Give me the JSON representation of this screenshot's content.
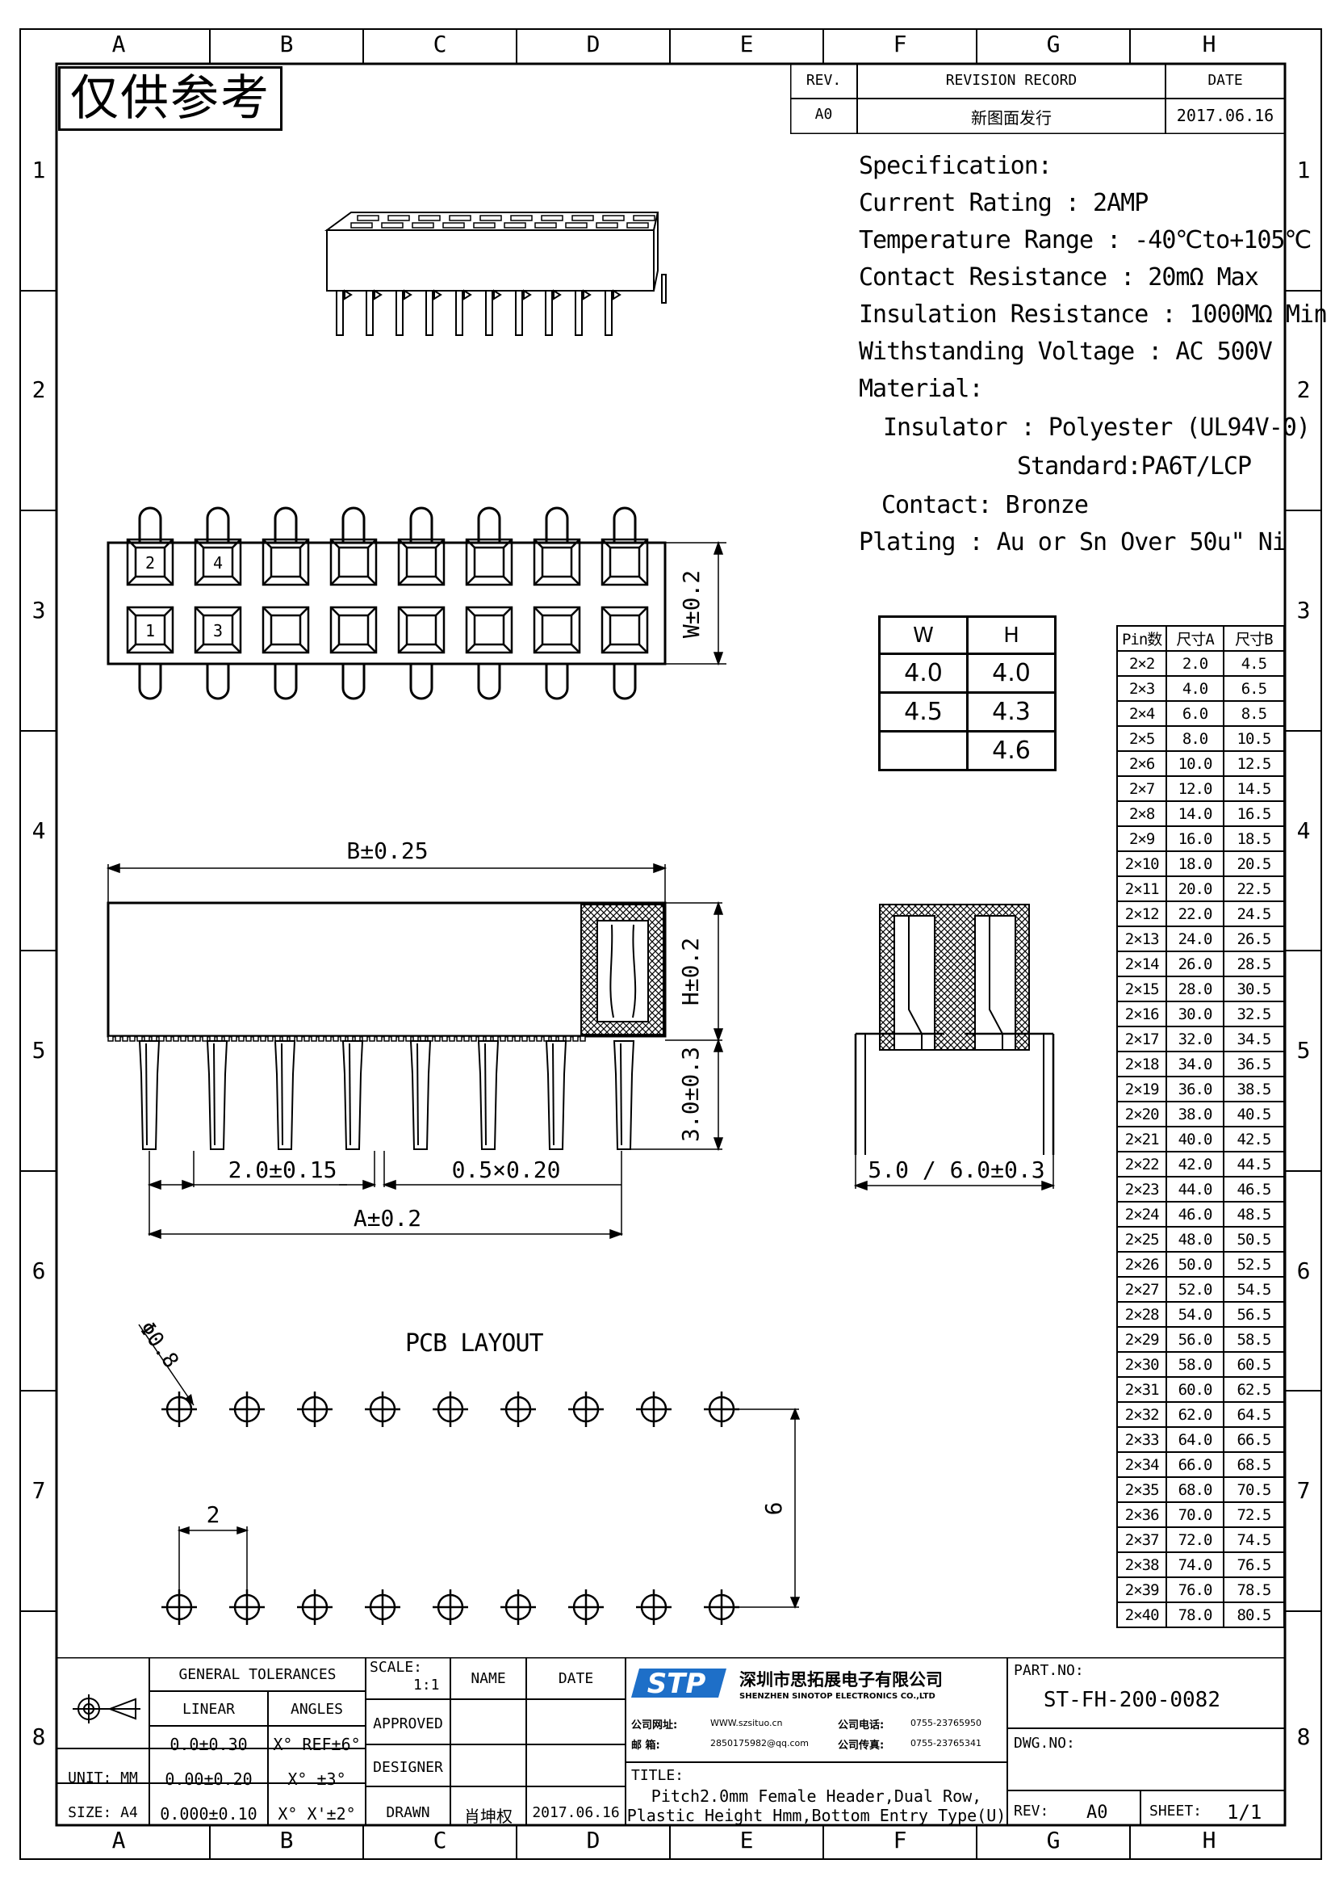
{
  "frame": {
    "columns": [
      "A",
      "B",
      "C",
      "D",
      "E",
      "F",
      "G",
      "H"
    ],
    "rows": [
      "1",
      "2",
      "3",
      "4",
      "5",
      "6",
      "7",
      "8"
    ]
  },
  "stamp": "仅供参考",
  "revision": {
    "headers": [
      "REV.",
      "REVISION RECORD",
      "DATE"
    ],
    "rows": [
      [
        "A0",
        "新图面发行",
        "2017.06.16"
      ]
    ]
  },
  "spec": {
    "title": "Specification:",
    "current": "Current Rating : 2AMP",
    "temperature": "Temperature Range : -40℃to+105℃",
    "contact_resistance": "Contact Resistance : 20mΩ Max",
    "insulation": "Insulation Resistance : 1000MΩ Min",
    "voltage": "Withstanding Voltage : AC 500V",
    "material": "Material:",
    "insulator": "Insulator : Polyester (UL94V-0)",
    "standard": "Standard:PA6T/LCP",
    "contact": "Contact: Bronze",
    "plating": "Plating : Au or Sn Over 50u\" Ni"
  },
  "top_view": {
    "pin_labels": [
      "2",
      "4",
      "1",
      "3"
    ],
    "w_dim": "W±0.2"
  },
  "side_view": {
    "b_dim": "B±0.25",
    "h_dim": "H±0.2",
    "tail_dim": "3.0±0.3",
    "pitch_dim": "2.0±0.15",
    "pin_dim": "0.5×0.20",
    "a_dim": "A±0.2"
  },
  "end_view": {
    "span_dim": "5.0 / 6.0±0.3"
  },
  "wh_table": {
    "headers": [
      "W",
      "H"
    ],
    "rows": [
      [
        "4.0",
        "4.0"
      ],
      [
        "4.5",
        "4.3"
      ],
      [
        "",
        "4.6"
      ]
    ]
  },
  "pin_table": {
    "headers": [
      "Pin数",
      "尺寸A",
      "尺寸B"
    ],
    "rows": [
      [
        "2×2",
        "2.0",
        "4.5"
      ],
      [
        "2×3",
        "4.0",
        "6.5"
      ],
      [
        "2×4",
        "6.0",
        "8.5"
      ],
      [
        "2×5",
        "8.0",
        "10.5"
      ],
      [
        "2×6",
        "10.0",
        "12.5"
      ],
      [
        "2×7",
        "12.0",
        "14.5"
      ],
      [
        "2×8",
        "14.0",
        "16.5"
      ],
      [
        "2×9",
        "16.0",
        "18.5"
      ],
      [
        "2×10",
        "18.0",
        "20.5"
      ],
      [
        "2×11",
        "20.0",
        "22.5"
      ],
      [
        "2×12",
        "22.0",
        "24.5"
      ],
      [
        "2×13",
        "24.0",
        "26.5"
      ],
      [
        "2×14",
        "26.0",
        "28.5"
      ],
      [
        "2×15",
        "28.0",
        "30.5"
      ],
      [
        "2×16",
        "30.0",
        "32.5"
      ],
      [
        "2×17",
        "32.0",
        "34.5"
      ],
      [
        "2×18",
        "34.0",
        "36.5"
      ],
      [
        "2×19",
        "36.0",
        "38.5"
      ],
      [
        "2×20",
        "38.0",
        "40.5"
      ],
      [
        "2×21",
        "40.0",
        "42.5"
      ],
      [
        "2×22",
        "42.0",
        "44.5"
      ],
      [
        "2×23",
        "44.0",
        "46.5"
      ],
      [
        "2×24",
        "46.0",
        "48.5"
      ],
      [
        "2×25",
        "48.0",
        "50.5"
      ],
      [
        "2×26",
        "50.0",
        "52.5"
      ],
      [
        "2×27",
        "52.0",
        "54.5"
      ],
      [
        "2×28",
        "54.0",
        "56.5"
      ],
      [
        "2×29",
        "56.0",
        "58.5"
      ],
      [
        "2×30",
        "58.0",
        "60.5"
      ],
      [
        "2×31",
        "60.0",
        "62.5"
      ],
      [
        "2×32",
        "62.0",
        "64.5"
      ],
      [
        "2×33",
        "64.0",
        "66.5"
      ],
      [
        "2×34",
        "66.0",
        "68.5"
      ],
      [
        "2×35",
        "68.0",
        "70.5"
      ],
      [
        "2×36",
        "70.0",
        "72.5"
      ],
      [
        "2×37",
        "72.0",
        "74.5"
      ],
      [
        "2×38",
        "74.0",
        "76.5"
      ],
      [
        "2×39",
        "76.0",
        "78.5"
      ],
      [
        "2×40",
        "78.0",
        "80.5"
      ]
    ]
  },
  "pcb": {
    "title": "PCB LAYOUT",
    "hole_dim": "Φ0.8",
    "pitch_dim": "2",
    "row_dim": "6"
  },
  "title_block": {
    "general_tolerances": "GENERAL TOLERANCES",
    "linear": "LINEAR",
    "angles": "ANGLES",
    "tol_rows": [
      [
        "0.0±0.30",
        "X° REF±6°"
      ],
      [
        "0.00±0.20",
        "X° ±3°"
      ],
      [
        "0.000±0.10",
        "X° X'±2°"
      ]
    ],
    "unit": "UNIT: MM",
    "size": "SIZE: A4",
    "scale_label": "SCALE:",
    "scale_value": "1:1",
    "name": "NAME",
    "date": "DATE",
    "approved": "APPROVED",
    "designer": "DESIGNER",
    "drawn": "DRAWN",
    "drawn_name": "肖坤权",
    "drawn_date": "2017.06.16",
    "company_cn": "深圳市思拓展电子有限公司",
    "company_en": "SHENZHEN SINOTOP ELECTRONICS CO.,LTD",
    "web_label": "公司网址:",
    "web": "WWW.szsituo.cn",
    "tel_label": "公司电话:",
    "tel": "0755-23765950",
    "mail_label": "邮 箱:",
    "mail": "2850175982@qq.com",
    "fax_label": "公司传真:",
    "fax": "0755-23765341",
    "logo": "STP",
    "title_label": "TITLE:",
    "title_line1": "Pitch2.0mm Female Header,Dual Row,",
    "title_line2": "Plastic Height Hmm,Bottom Entry Type(U)",
    "part_no_label": "PART.NO:",
    "part_no": "ST-FH-200-0082",
    "dwg_no_label": "DWG.NO:",
    "rev_label": "REV:",
    "rev": "A0",
    "sheet_label": "SHEET:",
    "sheet": "1/1"
  }
}
